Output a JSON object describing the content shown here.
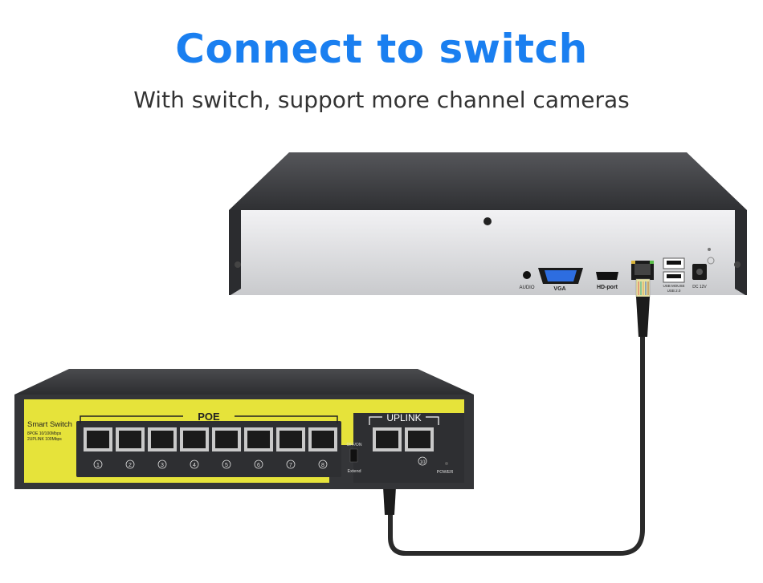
{
  "header": {
    "title": "Connect to switch",
    "subtitle": "With switch, support more channel cameras"
  },
  "nvr": {
    "audio_label": "AUDIO",
    "vga_label": "VGA",
    "hd_label": "HD-port",
    "usb_label": "USB MOUSE",
    "usb_label2": "USB 2.0",
    "dc_label": "DC 12V"
  },
  "switch": {
    "brand_label": "Smart Switch",
    "spec_line1": "8POE 10/100Mbps",
    "spec_line2": "2UPLINK 100Mbps",
    "poe_label": "POE",
    "uplink_label": "UPLINK",
    "toggle_label": "OFF/ON",
    "extend_label": "Extend",
    "power_label": "POWER",
    "port_numbers": [
      "1",
      "2",
      "3",
      "4",
      "5",
      "6",
      "7",
      "8"
    ],
    "uplink_number": "10"
  },
  "colors": {
    "accent": "#1a7ff0",
    "switch_yellow": "#e6e33a",
    "chassis_dark": "#3a3b3e",
    "panel_silver": "#d8d9dc"
  }
}
